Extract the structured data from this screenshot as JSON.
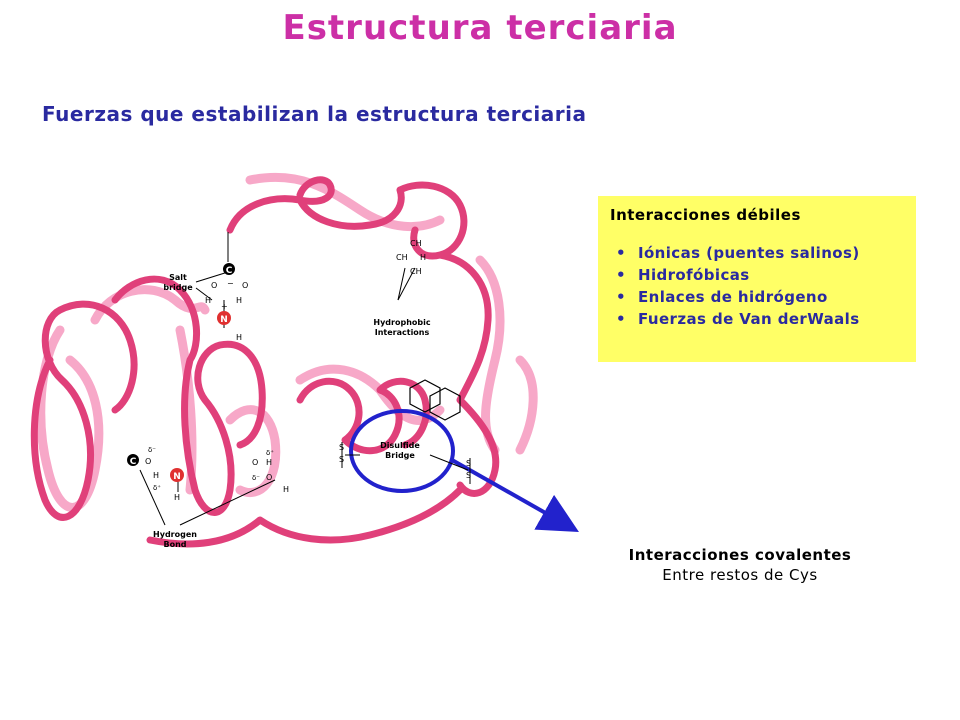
{
  "title": "Estructura terciaria",
  "subtitle": "Fuerzas que estabilizan la estructura terciaria",
  "colors": {
    "title": "#cc2fa6",
    "subtitle": "#2a2aa0",
    "weak_box_bg": "#ffff66",
    "list_text": "#2a2aa0",
    "ribbon": "#e0407a",
    "ribbon_light": "#f7a8c8",
    "highlight": "#2222cc",
    "atom_n": "#e03030"
  },
  "weak_interactions": {
    "title": "Interacciones débiles",
    "items": [
      "Iónicas (puentes salinos)",
      "Hidrofóbicas",
      "Enlaces de hidrógeno",
      "Fuerzas de Van derWaals"
    ]
  },
  "covalent": {
    "title": "Interacciones covalentes",
    "subtitle": "Entre restos de Cys"
  },
  "diagram": {
    "salt_bridge": "Salt\nbridge",
    "hydrophobic": "Hydrophobic\nInteractions",
    "disulfide": "Disulfide\nBridge",
    "hydrogen_bond": "Hydrogen\nBond",
    "atoms": {
      "carbon": "C",
      "nitrogen": "N",
      "oxygen": "O",
      "hydrogen": "H",
      "sulfur": "S",
      "ch3": "CH",
      "ch": "CH",
      "h3c": "H",
      "delta_minus": "δ⁻",
      "delta_plus": "δ⁺",
      "plus": "+",
      "minus": "−"
    }
  }
}
